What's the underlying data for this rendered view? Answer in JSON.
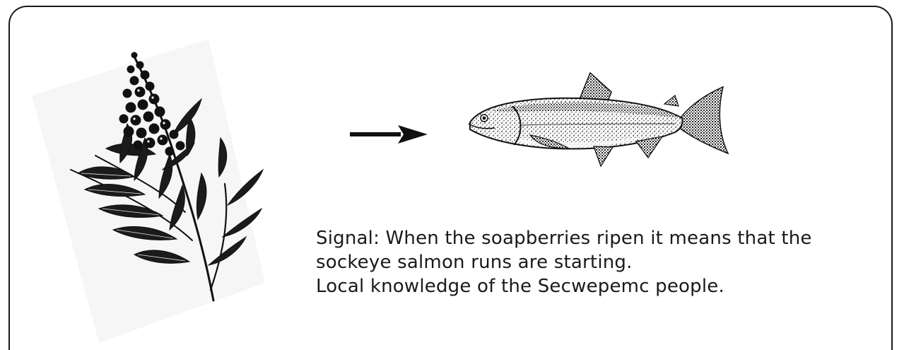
{
  "caption": {
    "line1": "Signal: When the soapberries ripen it means that the",
    "line2": "sockeye salmon runs are starting.",
    "line3": "Local knowledge of the Secwepemc people."
  },
  "icons": {
    "plant": "soapberry-plant-illustration",
    "arrow": "right-arrow-icon",
    "fish": "sockeye-salmon-illustration"
  }
}
